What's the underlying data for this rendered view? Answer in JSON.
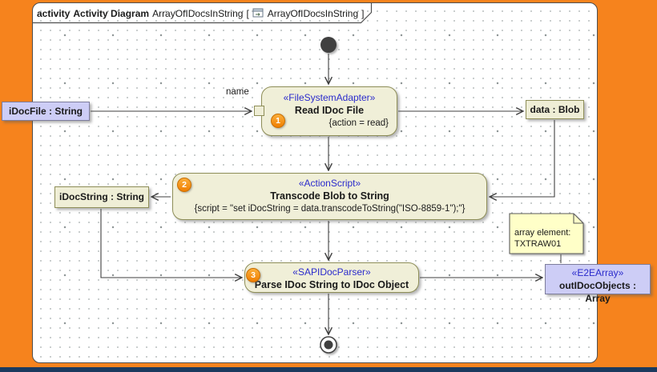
{
  "frame": {
    "keyword": "activity",
    "diagram_kind": "Activity Diagram",
    "diagram_name": "ArrayOfIDocsInString",
    "bracket_open": "[",
    "context_name": "ArrayOfIDocsInString",
    "bracket_close": "]"
  },
  "edges": {
    "name_label": "name"
  },
  "activities": [
    {
      "badge": "1",
      "stereotype": "«FileSystemAdapter»",
      "name": "Read IDoc File",
      "constraint": "{action = read}"
    },
    {
      "badge": "2",
      "stereotype": "«ActionScript»",
      "name": "Transcode Blob to String",
      "constraint": "{script = \"set iDocString = data.transcodeToString(\"ISO-8859-1\");\"}"
    },
    {
      "badge": "3",
      "stereotype": "«SAPIDocParser»",
      "name": "Parse IDoc String to IDoc Object"
    }
  ],
  "object_nodes": [
    {
      "name": "iDocFile : String"
    },
    {
      "name": "data : Blob"
    },
    {
      "name": "iDocString : String"
    },
    {
      "stereotype": "«E2EArray»",
      "name": "outIDocObjects : Array"
    }
  ],
  "note": {
    "line1": "array element:",
    "line2": "TXTRAW01"
  },
  "colors": {
    "frame_orange": "#F6831D",
    "bottom_bar_navy": "#1B3A5F",
    "stereotype_blue": "#2B2BCC",
    "activity_fill": "#F0EFD8",
    "activity_border": "#8E8E58",
    "object_lavender": "#CDCDF6",
    "note_yellow": "#FFFFC8",
    "badge_orange": "#F07E00"
  }
}
